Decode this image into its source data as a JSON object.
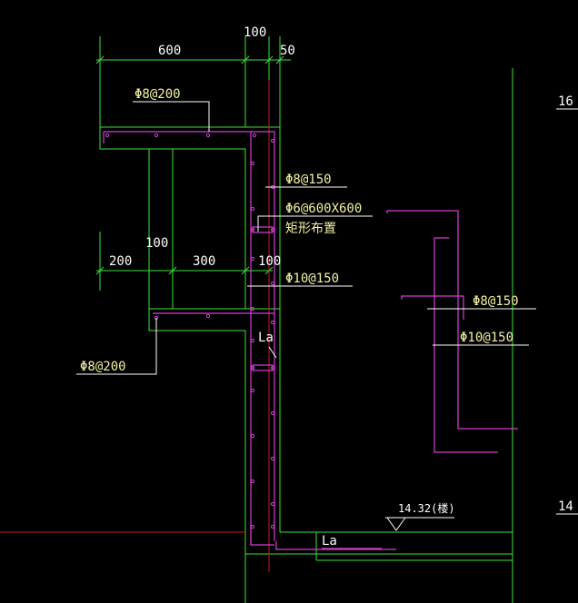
{
  "colors": {
    "background": "#000000",
    "concrete": "#39e639",
    "rebar": "#d43fd4",
    "text": "#f2f2a0",
    "white": "#ffffff",
    "red": "#c0201e"
  },
  "dims": {
    "d600": "600",
    "d100_top": "100",
    "d50": "50",
    "d100_mid": "100",
    "d200": "200",
    "d300": "300",
    "d100_right": "100"
  },
  "annotations": {
    "top_phi8_200": "Φ8@200",
    "phi8_150_left": "Φ8@150",
    "phi6_600x600": "Φ6@600X600",
    "rect_layout": "矩形布置",
    "phi10_150_left": "Φ10@150",
    "phi8_150_right": "Φ8@150",
    "phi10_150_right": "Φ10@150",
    "bot_phi8_200": "Φ8@200",
    "la_upper": "La",
    "la_lower": "La",
    "elevation": "14.32(楼)",
    "edge_16": "16",
    "edge_14": "14"
  }
}
